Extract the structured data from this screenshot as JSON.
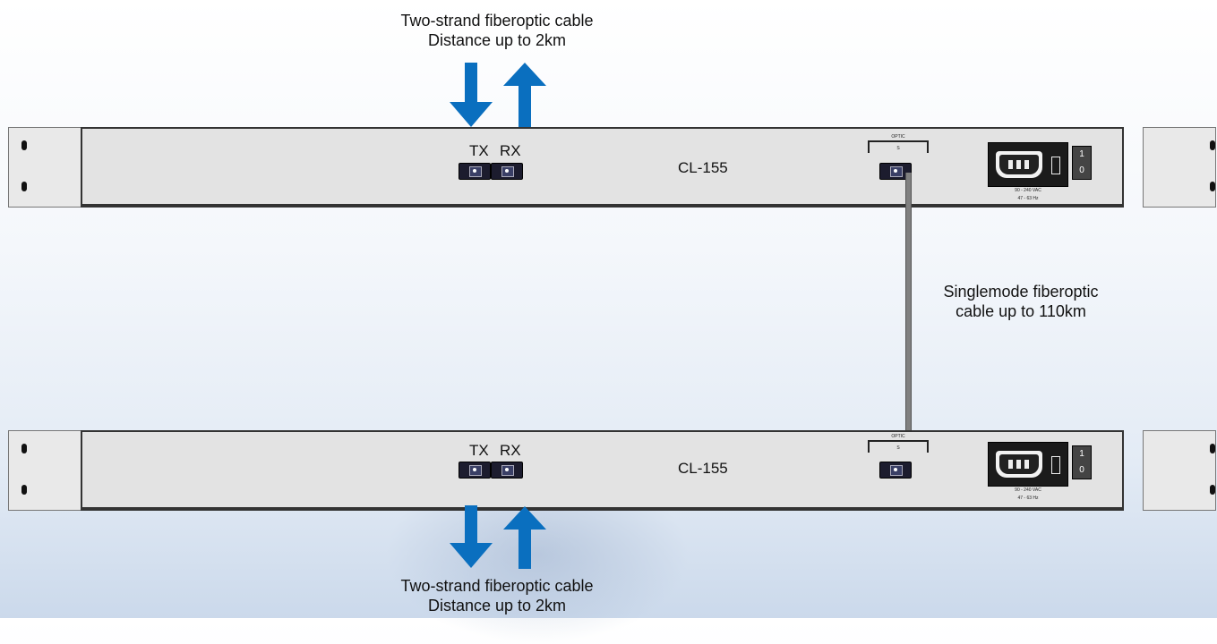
{
  "top_caption": {
    "line1": "Two-strand fiberoptic cable",
    "line2": "Distance up to 2km"
  },
  "bottom_caption": {
    "line1": "Two-strand fiberoptic cable",
    "line2": "Distance up to 2km"
  },
  "link_caption": {
    "line1": "Singlemode fiberoptic",
    "line2": "cable up to 110km"
  },
  "units": [
    {
      "tx_label": "TX",
      "rx_label": "RX",
      "model": "CL-155",
      "optic_label": "OPTIC",
      "optic_port": "S",
      "voltage": "90 - 240 VAC",
      "frequency": "47 - 63 Hz",
      "switch_on": "1",
      "switch_off": "0"
    },
    {
      "tx_label": "TX",
      "rx_label": "RX",
      "model": "CL-155",
      "optic_label": "OPTIC",
      "optic_port": "S",
      "voltage": "90 - 240 VAC",
      "frequency": "47 - 63 Hz",
      "switch_on": "1",
      "switch_off": "0"
    }
  ],
  "colors": {
    "arrow": "#0a6fbf",
    "cable": "#808080",
    "panel": "#e3e3e3"
  }
}
